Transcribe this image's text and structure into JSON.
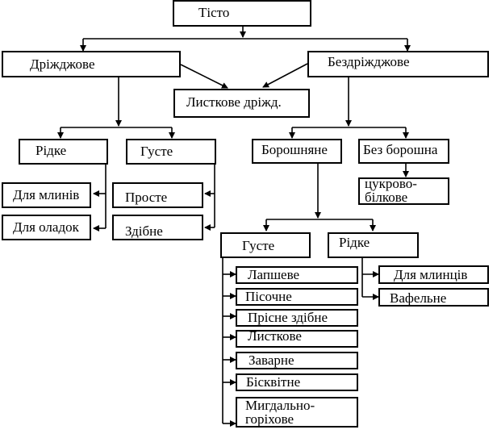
{
  "diagram": {
    "title": "Тісто",
    "nodes": {
      "root": "Тісто",
      "yeast": "Дріжджове",
      "yeast_free": "Бездріжджове",
      "puff_yeast": "Листкове дріжд.",
      "yeast_liquid": "Рідке",
      "yeast_thick": "Густе",
      "yeast_liquid_blini": "Для млинів",
      "yeast_liquid_oladky": "Для оладок",
      "yeast_thick_simple": "Просте",
      "yeast_thick_rich": "Здібне",
      "flour": "Борошняне",
      "no_flour": "Без борошна",
      "sugar_protein": "цукрово-білкове",
      "flour_thick": "Густе",
      "flour_liquid": "Рідке",
      "noodle": "Лапшеве",
      "shortbread": "Пісочне",
      "fresh_rich": "Прісне здібне",
      "puff": "Листкове",
      "choux": "Заварне",
      "sponge": "Бісквітне",
      "almond_nut": "Мигдально-горіхове",
      "pancakes": "Для млинців",
      "waffle": "Вафельне"
    }
  }
}
